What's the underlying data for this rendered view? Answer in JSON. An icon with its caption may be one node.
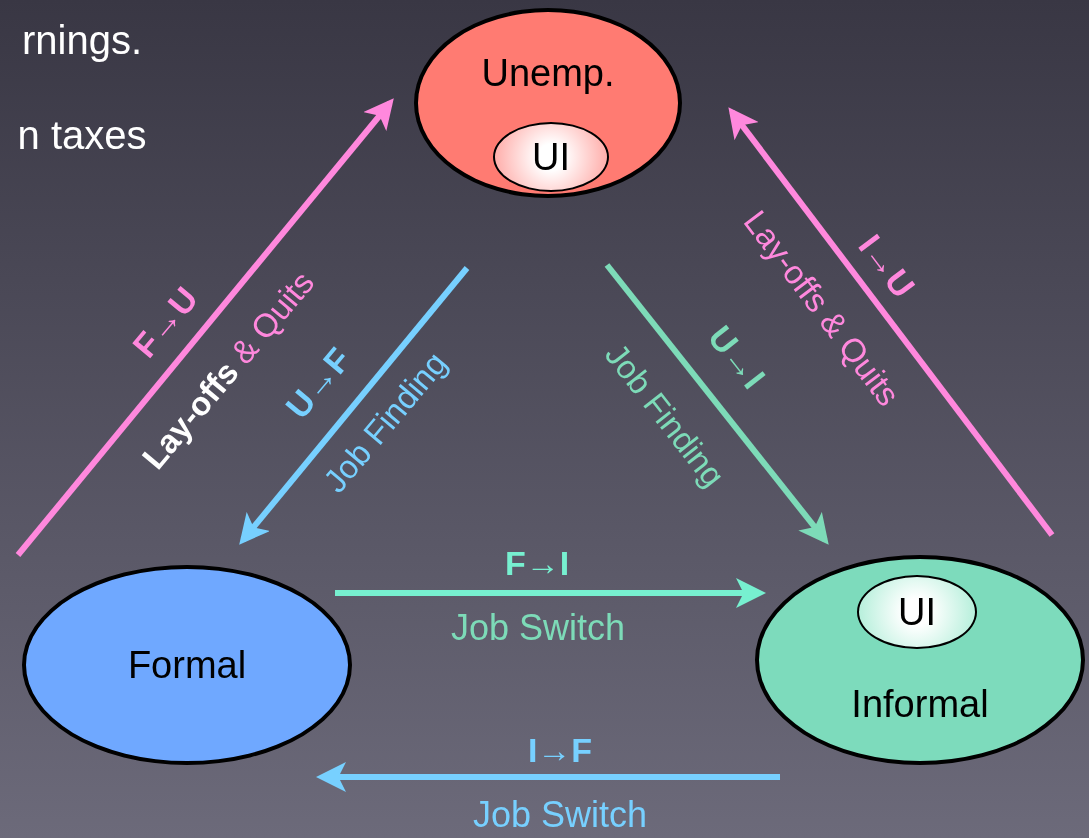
{
  "diagram": {
    "nodes": [
      {
        "text": [
          "Unemp."
        ]
      },
      {
        "text": [
          "UI"
        ],
        "in": 0
      },
      {
        "text": [
          "Formal"
        ]
      },
      {
        "text": [
          "Informal"
        ]
      },
      {
        "text": [
          "UI"
        ],
        "in": 3
      }
    ],
    "edges": [
      {
        "from": 2,
        "to": 0,
        "arrow": "to",
        "label": "F→U",
        "color": "#ff88dd"
      },
      {
        "from": 0,
        "to": 2,
        "arrow": "to",
        "label": "U→F",
        "color": "#77d0ff"
      },
      {
        "from": 0,
        "to": 3,
        "arrow": "to",
        "label": "U→I",
        "color": "#7ddbb8"
      },
      {
        "from": 3,
        "to": 0,
        "arrow": "to",
        "label": "I→U",
        "color": "#ff88dd"
      },
      {
        "from": 2,
        "to": 3,
        "arrow": "to",
        "label": "F→I",
        "color": "#77f0d0"
      },
      {
        "from": 3,
        "to": 2,
        "arrow": "to",
        "label": "I→F",
        "color": "#77d0ff"
      }
    ],
    "labels": [
      "rnings.",
      "n taxes",
      "**Lay-offs** & Quits",
      "Job Finding",
      "Job Finding",
      "Lay-offs & Quits",
      "Job Switch",
      "Job Switch"
    ]
  }
}
